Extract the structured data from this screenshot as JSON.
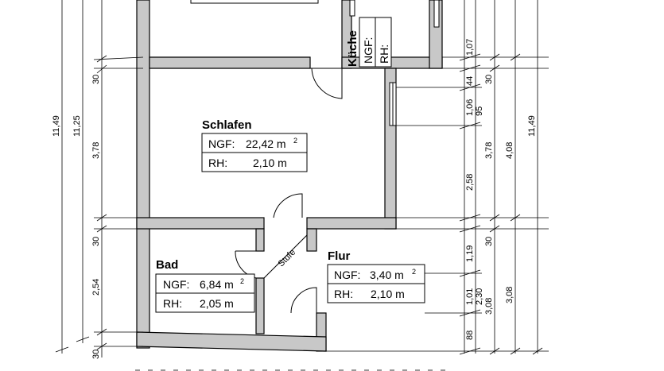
{
  "rooms": {
    "kueche": {
      "name": "Küche",
      "ngf": "NGF:",
      "rh": "RH:"
    },
    "schlafen": {
      "name": "Schlafen",
      "ngf_label": "NGF:",
      "ngf_value": "22,42 m",
      "rh_label": "RH:",
      "rh_value": "2,10 m"
    },
    "bad": {
      "name": "Bad",
      "ngf_label": "NGF:",
      "ngf_value": "6,84 m",
      "rh_label": "RH:",
      "rh_value": "2,05 m"
    },
    "flur": {
      "name": "Flur",
      "ngf_label": "NGF:",
      "ngf_value": "3,40 m",
      "rh_label": "RH:",
      "rh_value": "2,10 m"
    }
  },
  "superscript": "2",
  "stair_label": "Stufe",
  "dims_left": {
    "outer_total": "11,49",
    "inner_total": "11,25",
    "seg1": "30",
    "seg2": "3,78",
    "seg3": "30",
    "seg4": "2,54",
    "seg5": "30"
  },
  "dims_right": {
    "r1": [
      "1,07",
      "44",
      "1,06",
      "2,58",
      "1,19",
      "1,01",
      "88"
    ],
    "r1b": [
      "95",
      "2,30"
    ],
    "r2": [
      "30",
      "3,78",
      "30",
      "3,08"
    ],
    "r3": [
      "4,08",
      "3,08"
    ],
    "r4": [
      "11,49"
    ]
  }
}
